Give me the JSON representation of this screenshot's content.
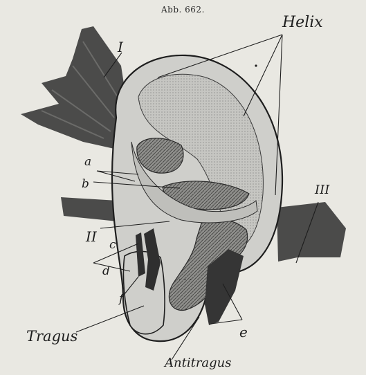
{
  "caption": "Abb. 662.",
  "labels": {
    "helix": "Helix",
    "muscle_1": "I",
    "muscle_2": "II",
    "muscle_3": "III",
    "a": "a",
    "b": "b",
    "c": "c",
    "d": "d",
    "f": "f",
    "e": "e",
    "tragus": "Tragus",
    "antitragus": "Antitragus"
  },
  "colors": {
    "paper": "#e9e8e2",
    "cartilage": "#cfcfcb",
    "muscle": "#3a3a3a",
    "ink": "#1e1e1e"
  }
}
